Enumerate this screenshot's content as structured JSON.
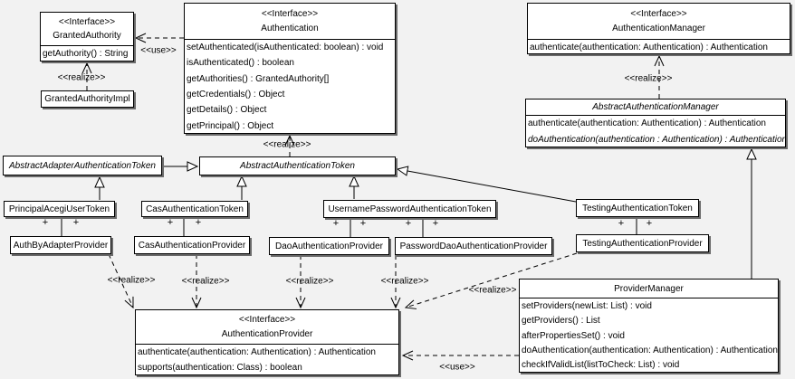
{
  "diagram": {
    "background": "#f2f2f2",
    "box_fill": "#ffffff",
    "line_color": "#000000"
  },
  "edge_labels": {
    "use": "<<use>>",
    "realize": "<<realize>>"
  },
  "plus_sign": "+",
  "classes": {
    "granted_authority": {
      "stereotype": "<<Interface>>",
      "name": "GrantedAuthority",
      "methods": [
        "getAuthority() : String"
      ]
    },
    "granted_authority_impl": {
      "name": "GrantedAuthorityImpl"
    },
    "authentication": {
      "stereotype": "<<Interface>>",
      "name": "Authentication",
      "methods": [
        "setAuthenticated(isAuthenticated: boolean) : void",
        "isAuthenticated() : boolean",
        "getAuthorities() : GrantedAuthority[]",
        "getCredentials() : Object",
        "getDetails() : Object",
        "getPrincipal() : Object"
      ]
    },
    "authentication_manager": {
      "stereotype": "<<Interface>>",
      "name": "AuthenticationManager",
      "methods": [
        "authenticate(authentication: Authentication) : Authentication"
      ]
    },
    "abstract_authentication_manager": {
      "name": "AbstractAuthenticationManager",
      "methods": [
        "authenticate(authentication: Authentication) : Authentication",
        "doAuthentication(authentication : Authentication) : Authentication"
      ]
    },
    "abstract_adapter_authentication_token": {
      "name": "AbstractAdapterAuthenticationToken"
    },
    "abstract_authentication_token": {
      "name": "AbstractAuthenticationToken"
    },
    "principal_acegi_user_token": {
      "name": "PrincipalAcegiUserToken"
    },
    "cas_authentication_token": {
      "name": "CasAuthenticationToken"
    },
    "username_password_authentication_token": {
      "name": "UsernamePasswordAuthenticationToken"
    },
    "testing_authentication_token": {
      "name": "TestingAuthenticationToken"
    },
    "auth_by_adapter_provider": {
      "name": "AuthByAdapterProvider"
    },
    "cas_authentication_provider": {
      "name": "CasAuthenticationProvider"
    },
    "dao_authentication_provider": {
      "name": "DaoAuthenticationProvider"
    },
    "password_dao_authentication_provider": {
      "name": "PasswordDaoAuthenticationProvider"
    },
    "testing_authentication_provider": {
      "name": "TestingAuthenticationProvider"
    },
    "authentication_provider": {
      "stereotype": "<<Interface>>",
      "name": "AuthenticationProvider",
      "methods": [
        "authenticate(authentication: Authentication) : Authentication",
        "supports(authentication: Class) : boolean"
      ]
    },
    "provider_manager": {
      "name": "ProviderManager",
      "methods": [
        "setProviders(newList: List) : void",
        "getProviders() : List",
        "afterPropertiesSet() : void",
        "doAuthentication(authentication: Authentication) : Authentication",
        "checkIfValidList(listToCheck: List) : void"
      ]
    }
  }
}
